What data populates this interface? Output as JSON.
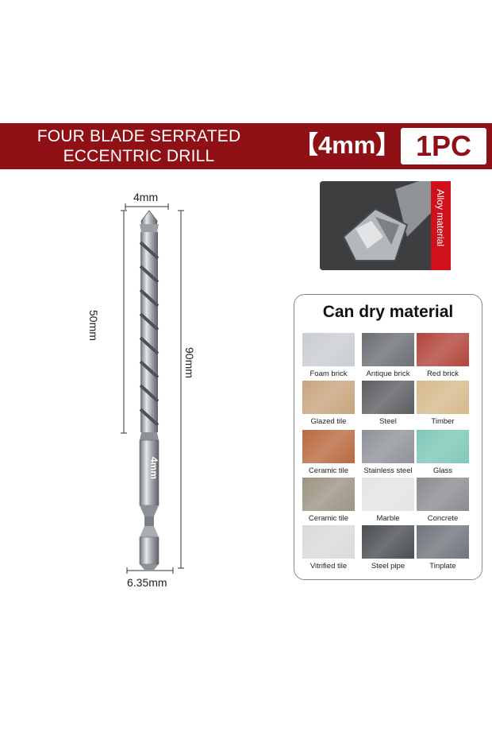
{
  "banner": {
    "title_line1": "FOUR BLADE SERRATED",
    "title_line2": "ECCENTRIC DRILL",
    "size": "【4mm】",
    "quantity": "1PC"
  },
  "drill": {
    "tip_width": "4mm",
    "flute_length": "50mm",
    "total_length": "90mm",
    "shank_marking": "4mm",
    "shank_width": "6.35mm"
  },
  "alloy": {
    "label": "Alloy material"
  },
  "materials": {
    "title": "Can dry material",
    "items": [
      {
        "label": "Foam brick",
        "color": "#c9ccd1"
      },
      {
        "label": "Antique brick",
        "color": "#6b6e73"
      },
      {
        "label": "Red brick",
        "color": "#b2443a"
      },
      {
        "label": "Glazed tile",
        "color": "#c8a47e"
      },
      {
        "label": "Steel",
        "color": "#5b5d60"
      },
      {
        "label": "Timber",
        "color": "#d6b98c"
      },
      {
        "label": "Ceramic tile",
        "color": "#b96a3f"
      },
      {
        "label": "Stainless steel",
        "color": "#8e9399"
      },
      {
        "label": "Glass",
        "color": "#7dc8b7"
      },
      {
        "label": "Ceramic tile",
        "color": "#9c9483"
      },
      {
        "label": "Marble",
        "color": "#e3e4e6"
      },
      {
        "label": "Concrete",
        "color": "#8a8c8f"
      },
      {
        "label": "Vitrified tile",
        "color": "#d9dadc"
      },
      {
        "label": "Steel pipe",
        "color": "#4b4e52"
      },
      {
        "label": "Tinplate",
        "color": "#6f757c"
      }
    ]
  }
}
